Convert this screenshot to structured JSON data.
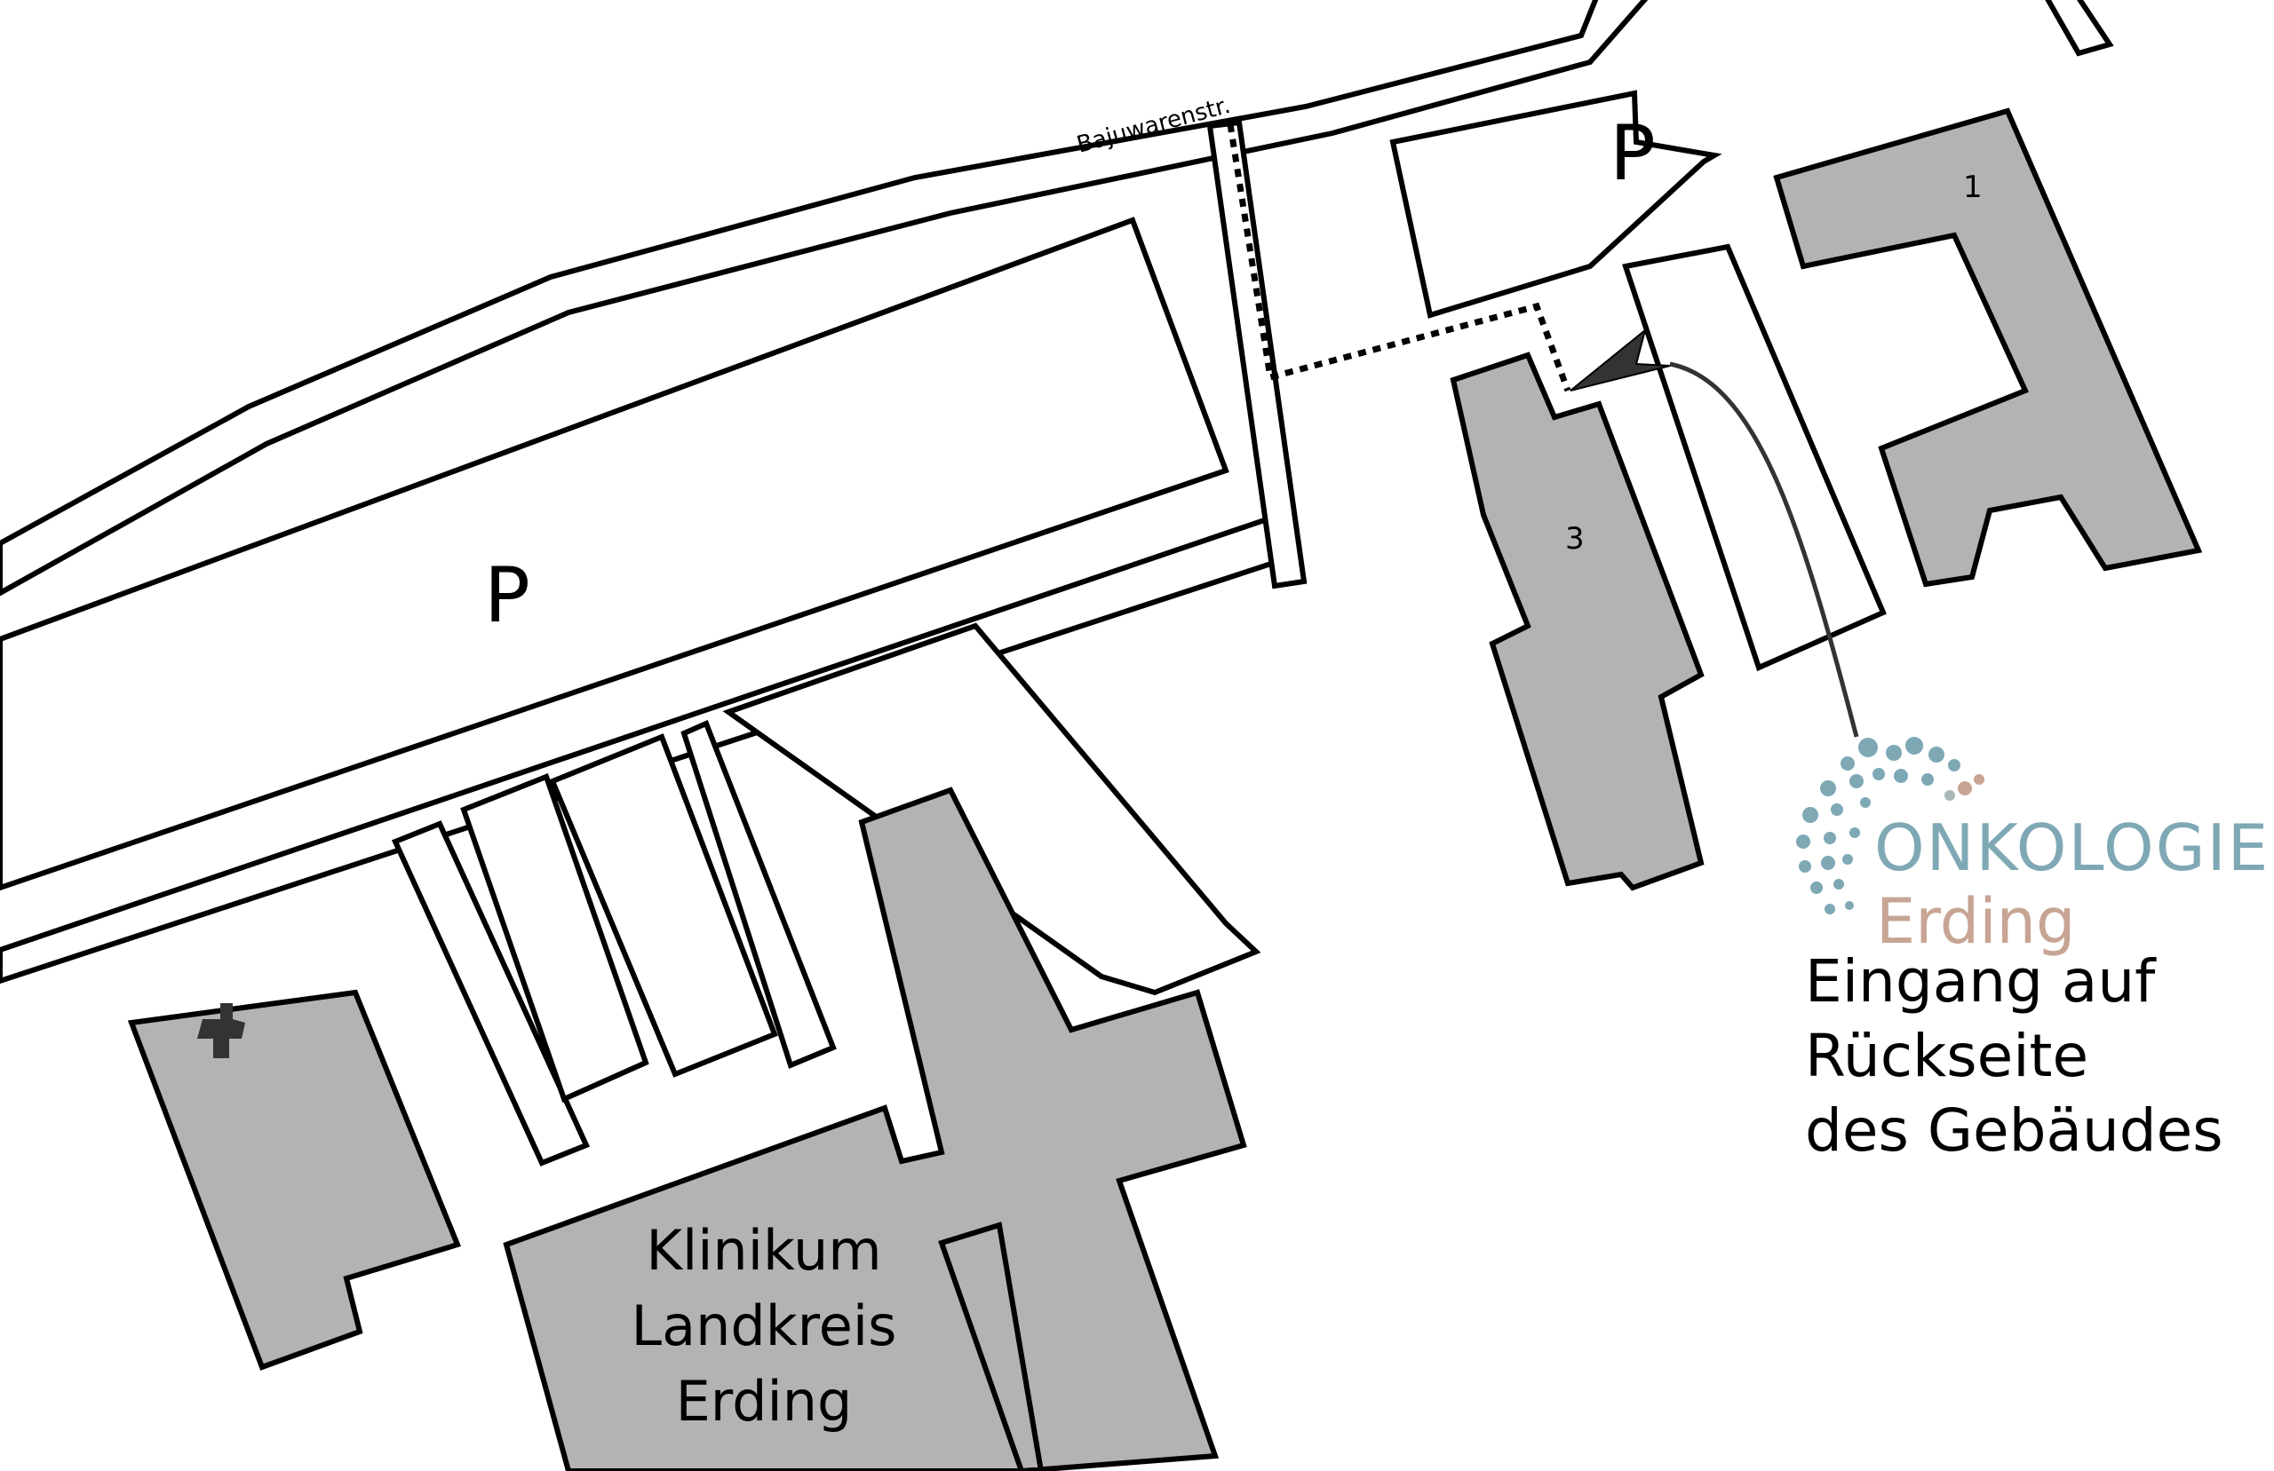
{
  "street": {
    "name": "Bajuwarenstr."
  },
  "parking": {
    "left_label": "P",
    "right_label": "P"
  },
  "buildings": {
    "label_1": "1",
    "label_3": "3"
  },
  "clinic": {
    "line1": "Klinikum",
    "line2": "Landkreis",
    "line3": "Erding"
  },
  "logo": {
    "main": "ONKOLOGIE",
    "sub": "Erding",
    "color_main": "#7fa8b5",
    "color_sub": "#c7a493"
  },
  "entrance": {
    "line1": "Eingang auf",
    "line2": "Rückseite",
    "line3": "des Gebäudes"
  },
  "icons": {
    "hospital_cross": "hospital-cross-icon",
    "direction_arrow": "arrow-icon"
  },
  "colors": {
    "building_fill": "#b3b3b3",
    "outline": "#000000",
    "background": "#ffffff"
  }
}
